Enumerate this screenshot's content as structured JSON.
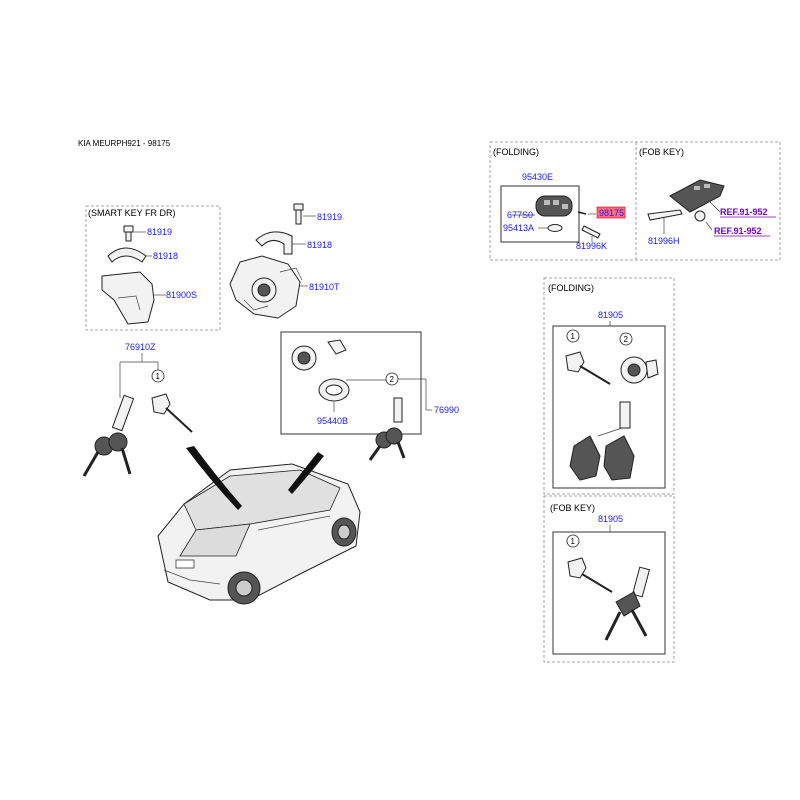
{
  "header": {
    "title": "KIA MEURPH921 - 98175"
  },
  "sections": {
    "smart_key_fr_dr": "(SMART KEY FR DR)",
    "folding_top": "(FOLDING)",
    "fob_key_top": "(FOB KEY)",
    "folding_right": "(FOLDING)",
    "fob_key_right": "(FOB KEY)"
  },
  "parts": {
    "p81919_left": "81919",
    "p81918_left": "81918",
    "p81900S": "81900S",
    "p81919_mid": "81919",
    "p81918_mid": "81918",
    "p81910T": "81910T",
    "p76910Z": "76910Z",
    "p95440B": "95440B",
    "p76990": "76990",
    "p95430E": "95430E",
    "p677S0": "677S0",
    "p95413A": "95413A",
    "p98175": "98175",
    "p81996K": "81996K",
    "p81996H": "81996H",
    "p81905_folding": "81905",
    "p81905_fob": "81905"
  },
  "refs": {
    "ref1": "REF.91-952",
    "ref2": "REF.91-952"
  },
  "callouts": {
    "c1_left": "1",
    "c2_mid": "2",
    "c1_folding": "1",
    "c2_folding": "2",
    "c1_fob": "1"
  },
  "colors": {
    "part_number": "#1a1aff",
    "reference": "#7a00cc",
    "highlight": "#ff6b7a"
  }
}
